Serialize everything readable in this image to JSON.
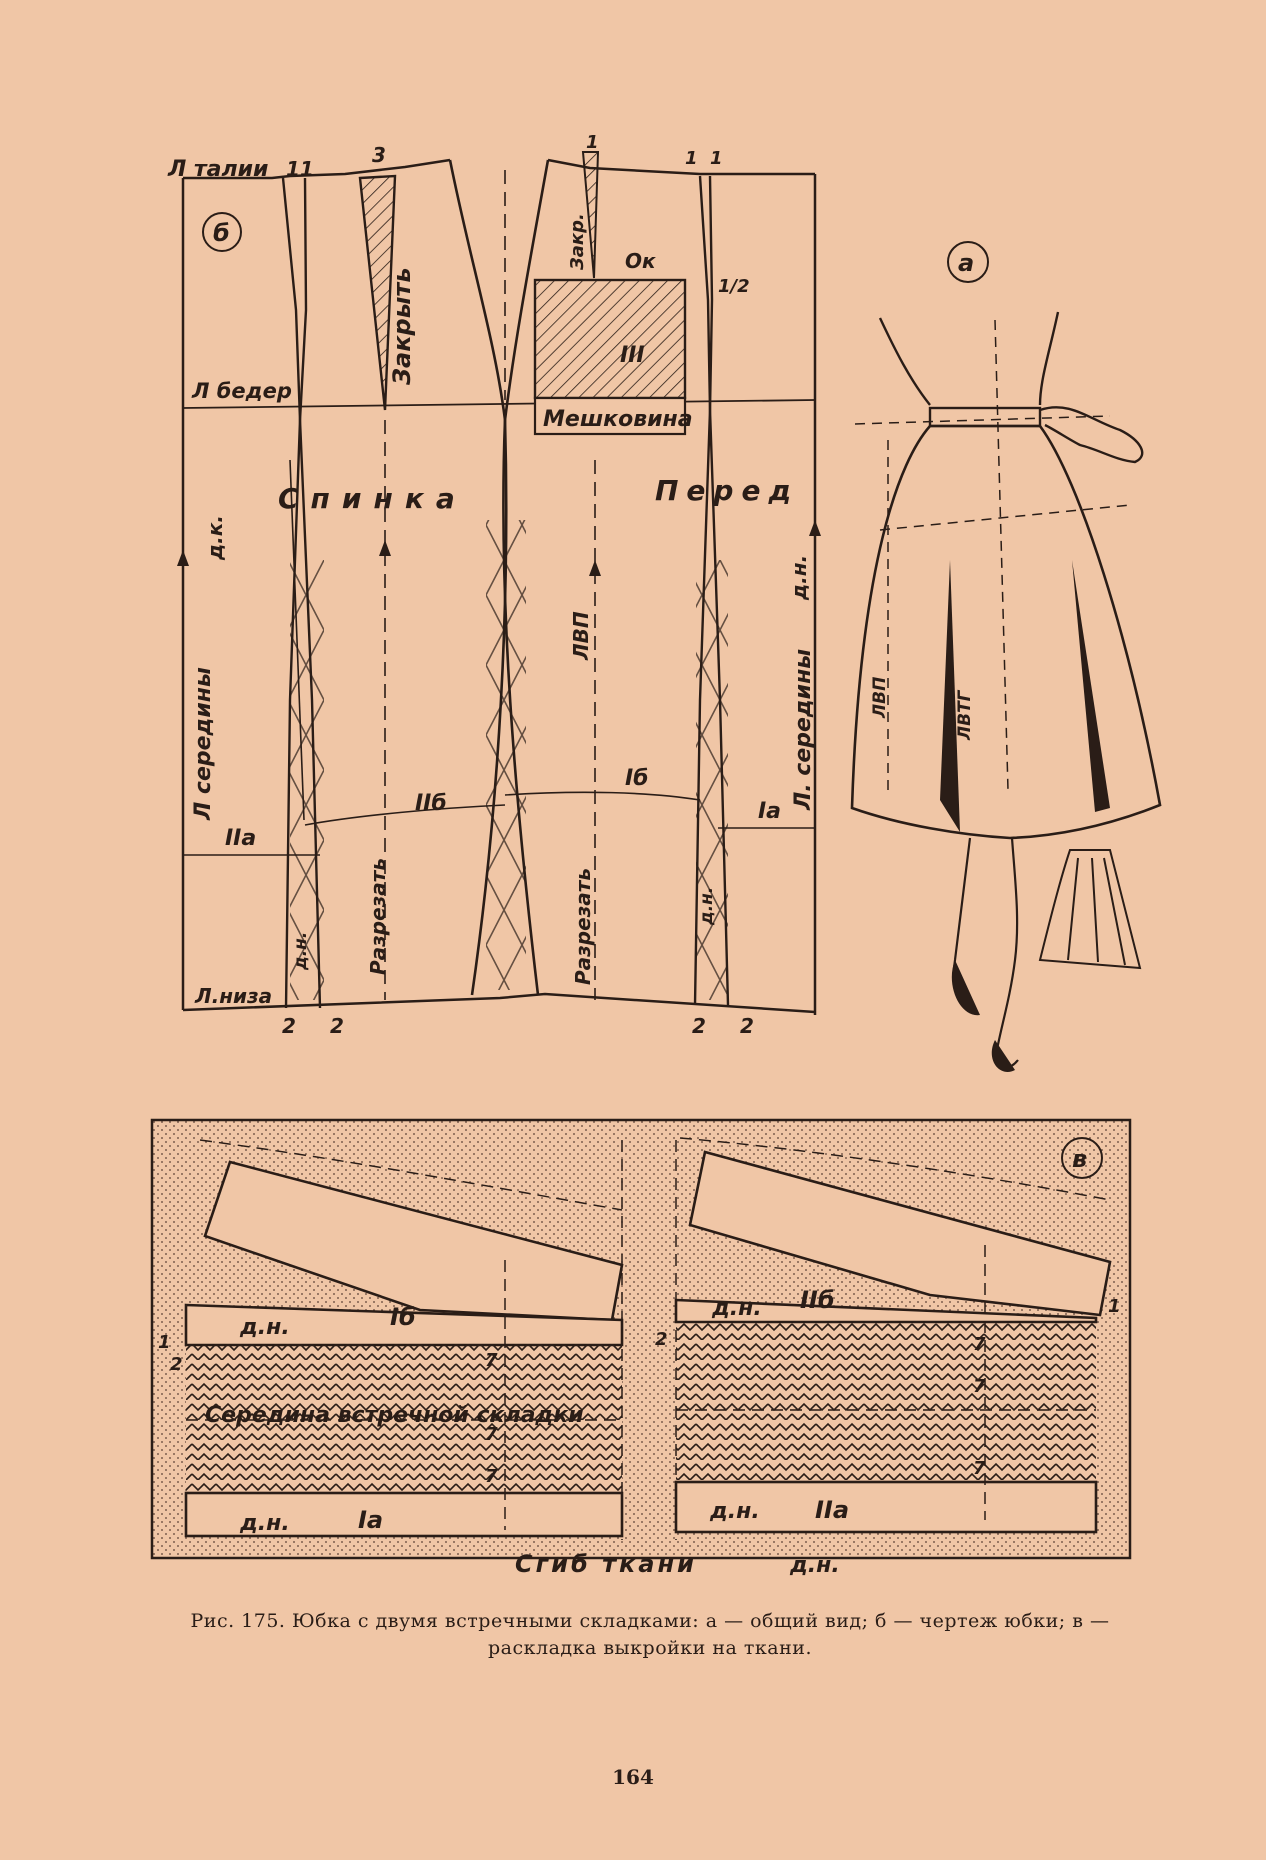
{
  "figure_b": {
    "marker": "б",
    "waist_line": "Л талии",
    "hip_line": "Л бедер",
    "hem_line": "Л.низа",
    "center_left": "Л середины",
    "center_right": "Л. середины",
    "close": "Закрыть",
    "close_short": "Закр.",
    "pocket": "Ок",
    "half": "1/2",
    "pocket_part": "III",
    "burlap": "Мешковина",
    "back": "Спинка",
    "front": "Перед",
    "grain": "ЛВП",
    "share_dir": "д.н.",
    "share_dir_short": "д.к.",
    "part_Ia": "Iа",
    "part_IIa": "IIа",
    "part_Ib": "Iб",
    "part_IIb": "IIб",
    "cut": "Разрезать",
    "num_1": "1",
    "num_2": "2",
    "num_3": "3",
    "num_11": "11"
  },
  "figure_a": {
    "marker": "а",
    "grain": "ЛВП",
    "grain_center": "ЛВТГ"
  },
  "figure_v": {
    "marker": "в",
    "center_fold": "Середина встречной складки",
    "fabric_fold": "Сгиб ткани",
    "share_dir": "д.н.",
    "part_Ib": "Iб",
    "part_IIb": "IIб",
    "part_Ia": "Iа",
    "part_IIa": "IIа",
    "num_7": "7",
    "num_2": "2",
    "num_1": "1"
  },
  "caption": "Рис. 175. Юбка с двумя встречными складками: а — общий вид; б — чертеж юбки; в — раскладка выкройки на ткани.",
  "page_number": "164"
}
